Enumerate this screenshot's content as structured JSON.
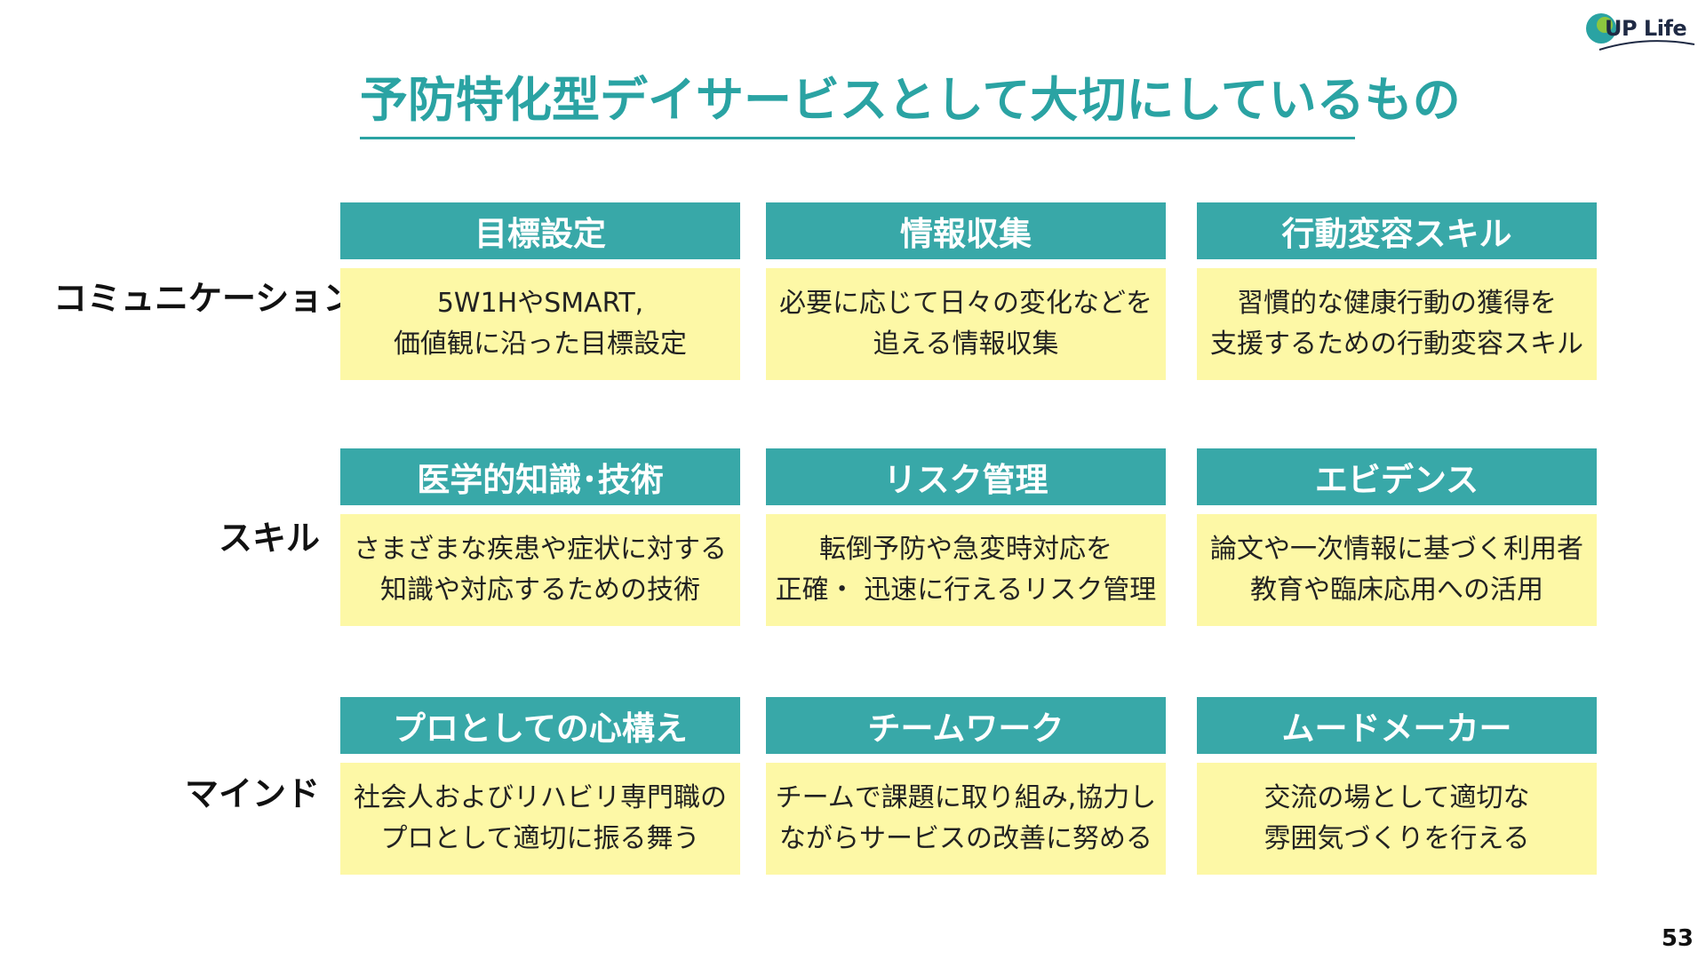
{
  "logo": {
    "text": "UP Life"
  },
  "title": "予防特化型デイサービスとして大切にしているもの",
  "rows": [
    {
      "label": "コミュニケーション",
      "cards": [
        {
          "header": "目標設定",
          "line1": "5W1HやSMART,",
          "line2": "価値観に沿った目標設定"
        },
        {
          "header": "情報収集",
          "line1": "必要に応じて日々の変化などを",
          "line2": "追える情報収集"
        },
        {
          "header": "行動変容スキル",
          "line1": "習慣的な健康行動の獲得を",
          "line2": "支援するための行動変容スキル"
        }
      ]
    },
    {
      "label": "スキル",
      "cards": [
        {
          "header": "医学的知識･技術",
          "line1": "さまざまな疾患や症状に対する",
          "line2": "知識や対応するための技術"
        },
        {
          "header": "リスク管理",
          "line1": "転倒予防や急変時対応を",
          "line2": "正確・ 迅速に行えるリスク管理"
        },
        {
          "header": "エビデンス",
          "line1": "論文や一次情報に基づく利用者",
          "line2": "教育や臨床応用への活用"
        }
      ]
    },
    {
      "label": "マインド",
      "cards": [
        {
          "header": "プロとしての心構え",
          "line1": "社会人およびリハビリ専門職の",
          "line2": "プロとして適切に振る舞う"
        },
        {
          "header": "チームワーク",
          "line1": "チームで課題に取り組み,協力し",
          "line2": "ながらサービスの改善に努める"
        },
        {
          "header": "ムードメーカー",
          "line1": "交流の場として適切な",
          "line2": "雰囲気づくりを行える"
        }
      ]
    }
  ],
  "page_number": "53",
  "colors": {
    "accent": "#38a8a8",
    "title": "#2aa3a3",
    "card_body": "#fdf8a6"
  }
}
